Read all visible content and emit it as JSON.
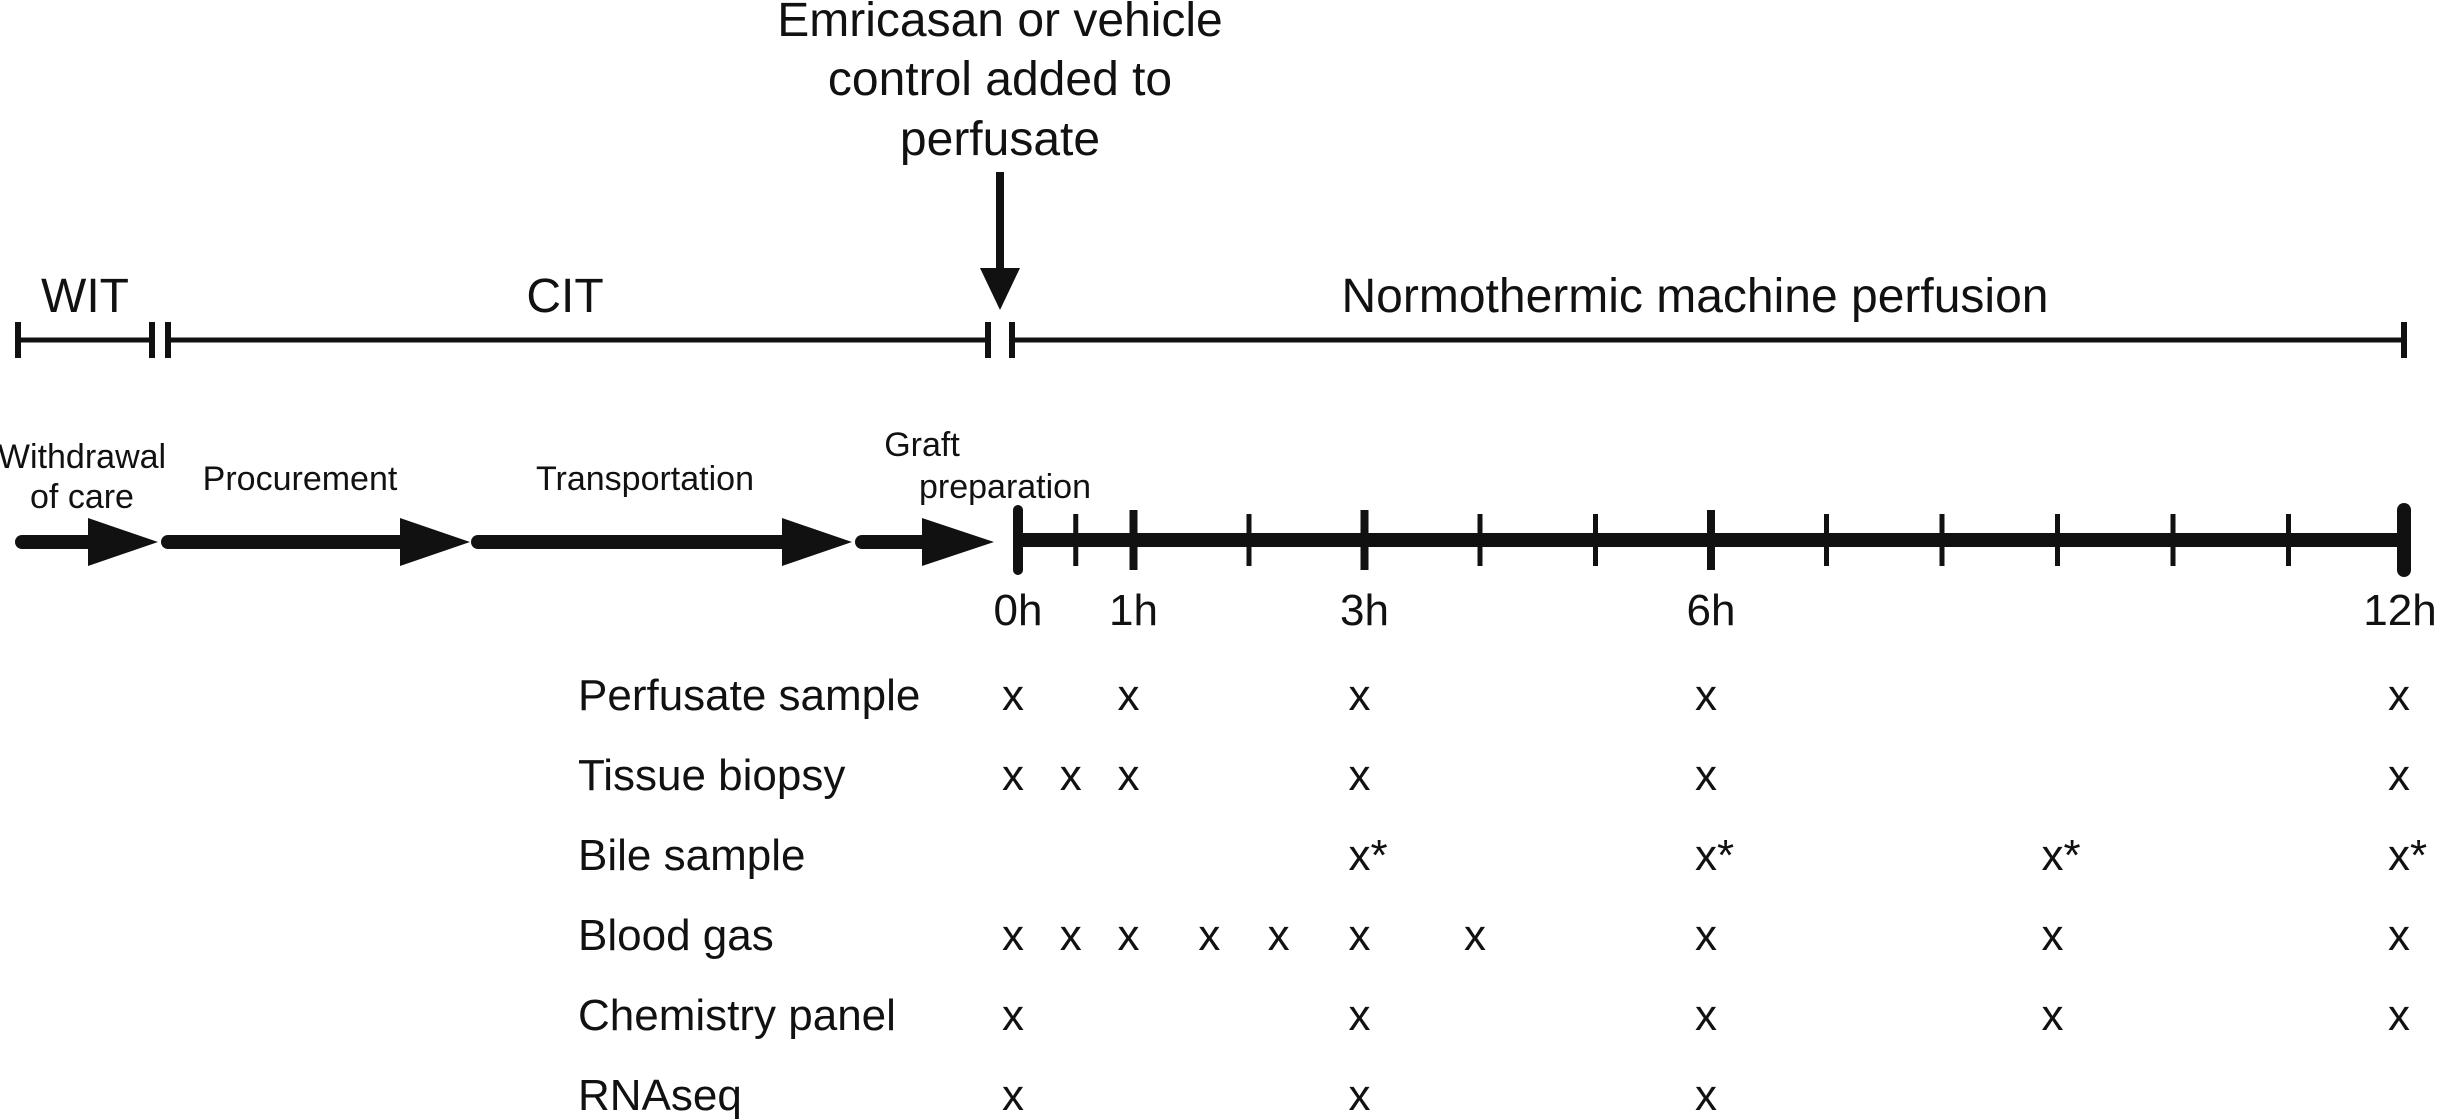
{
  "annotation": {
    "lines": [
      "Emricasan or vehicle",
      "control added to",
      "perfusate"
    ]
  },
  "phases": [
    {
      "id": "wit",
      "label": "WIT"
    },
    {
      "id": "cit",
      "label": "CIT"
    },
    {
      "id": "nmp",
      "label": "Normothermic machine perfusion"
    }
  ],
  "steps": [
    {
      "id": "withdrawal",
      "lines": [
        "Withdrawal",
        "of care"
      ]
    },
    {
      "id": "procurement",
      "lines": [
        "Procurement"
      ]
    },
    {
      "id": "transportation",
      "lines": [
        "Transportation"
      ]
    },
    {
      "id": "graft",
      "lines": [
        "Graft",
        "preparation"
      ]
    }
  ],
  "timeline": {
    "range_hours": [
      0,
      12
    ],
    "minor_ticks_hours": [
      0.5,
      2,
      4,
      5,
      7,
      8,
      9,
      10,
      11
    ],
    "major_ticks": [
      {
        "hour": 0,
        "label": "0h"
      },
      {
        "hour": 1,
        "label": "1h"
      },
      {
        "hour": 3,
        "label": "3h"
      },
      {
        "hour": 6,
        "label": "6h"
      },
      {
        "hour": 12,
        "label": "12h"
      }
    ]
  },
  "samples": [
    {
      "label": "Perfusate sample",
      "mark": "x",
      "hours": [
        0,
        1,
        3,
        6,
        12
      ]
    },
    {
      "label": "Tissue biopsy",
      "mark": "x",
      "hours": [
        0,
        0.5,
        1,
        3,
        6,
        12
      ]
    },
    {
      "label": "Bile sample",
      "mark": "x*",
      "hours": [
        3,
        6,
        9,
        12
      ]
    },
    {
      "label": "Blood gas",
      "mark": "x",
      "hours": [
        0,
        0.5,
        1,
        1.7,
        2.3,
        3,
        4,
        6,
        9,
        12
      ]
    },
    {
      "label": "Chemistry panel",
      "mark": "x",
      "hours": [
        0,
        3,
        6,
        9,
        12
      ]
    },
    {
      "label": "RNAseq",
      "mark": "x",
      "hours": [
        0,
        3,
        6
      ]
    }
  ]
}
